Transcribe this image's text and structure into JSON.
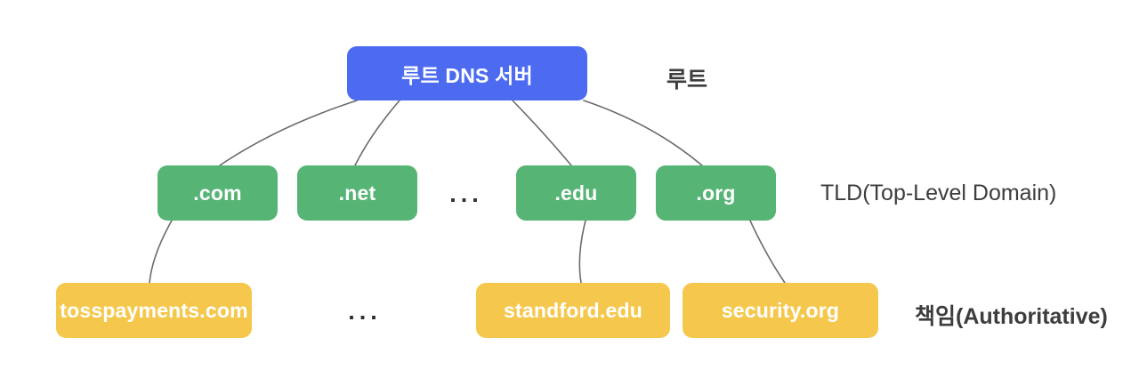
{
  "diagram": {
    "title": "DNS hierarchy diagram",
    "nodes": {
      "root": "루트 DNS 서버",
      "com": ".com",
      "net": ".net",
      "edu": ".edu",
      "org": ".org",
      "tosspayments": "tosspayments.com",
      "standford": "standford.edu",
      "security": "security.org"
    },
    "ellipsis": {
      "tld_row": "...",
      "auth_row": "..."
    },
    "tier_labels": {
      "root": "루트",
      "tld": "TLD(Top-Level Domain)",
      "authoritative": "책임(Authoritative)"
    }
  },
  "colors": {
    "root": "#4d6bf0",
    "tld": "#56b475",
    "auth": "#f5c84d",
    "node_text": "#ffffff",
    "label_text": "#3d3d3d",
    "dots": "#2f2f2f",
    "connector": "#6b6b6b",
    "background": "#ffffff"
  }
}
